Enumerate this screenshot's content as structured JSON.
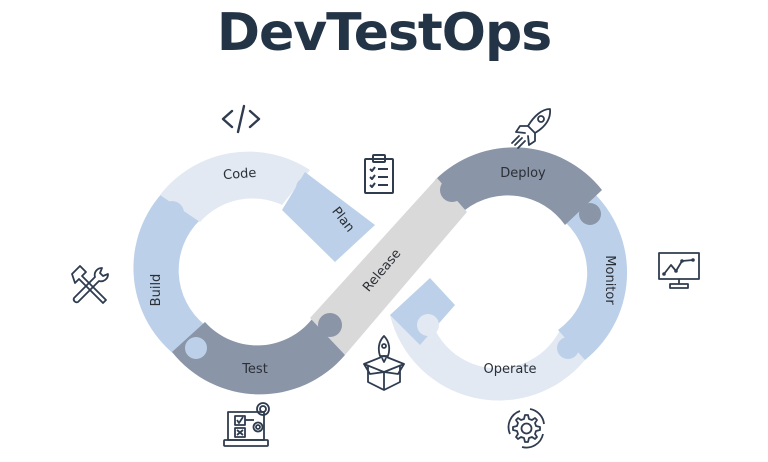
{
  "title": "DevTestOps",
  "stages": {
    "code": {
      "label": "Code",
      "icon": "code-brackets-icon",
      "color": "#e2e9f3"
    },
    "plan": {
      "label": "Plan",
      "icon": "clipboard-checklist-icon",
      "color": "#bcd1e9"
    },
    "build": {
      "label": "Build",
      "icon": "hammer-wrench-icon",
      "color": "#bcd1e9"
    },
    "test": {
      "label": "Test",
      "icon": "laptop-test-gears-icon",
      "color": "#8a95a8"
    },
    "release": {
      "label": "Release",
      "icon": "box-rocket-icon",
      "color": "#d9d9d9"
    },
    "deploy": {
      "label": "Deploy",
      "icon": "rocket-icon",
      "color": "#8a95a8"
    },
    "monitor": {
      "label": "Monitor",
      "icon": "monitor-chart-icon",
      "color": "#bcd1e9"
    },
    "operate": {
      "label": "Operate",
      "icon": "gear-cycle-icon",
      "color": "#e2e9f3"
    }
  },
  "colors": {
    "title": "#243447",
    "icon_stroke": "#2f3c4f"
  }
}
